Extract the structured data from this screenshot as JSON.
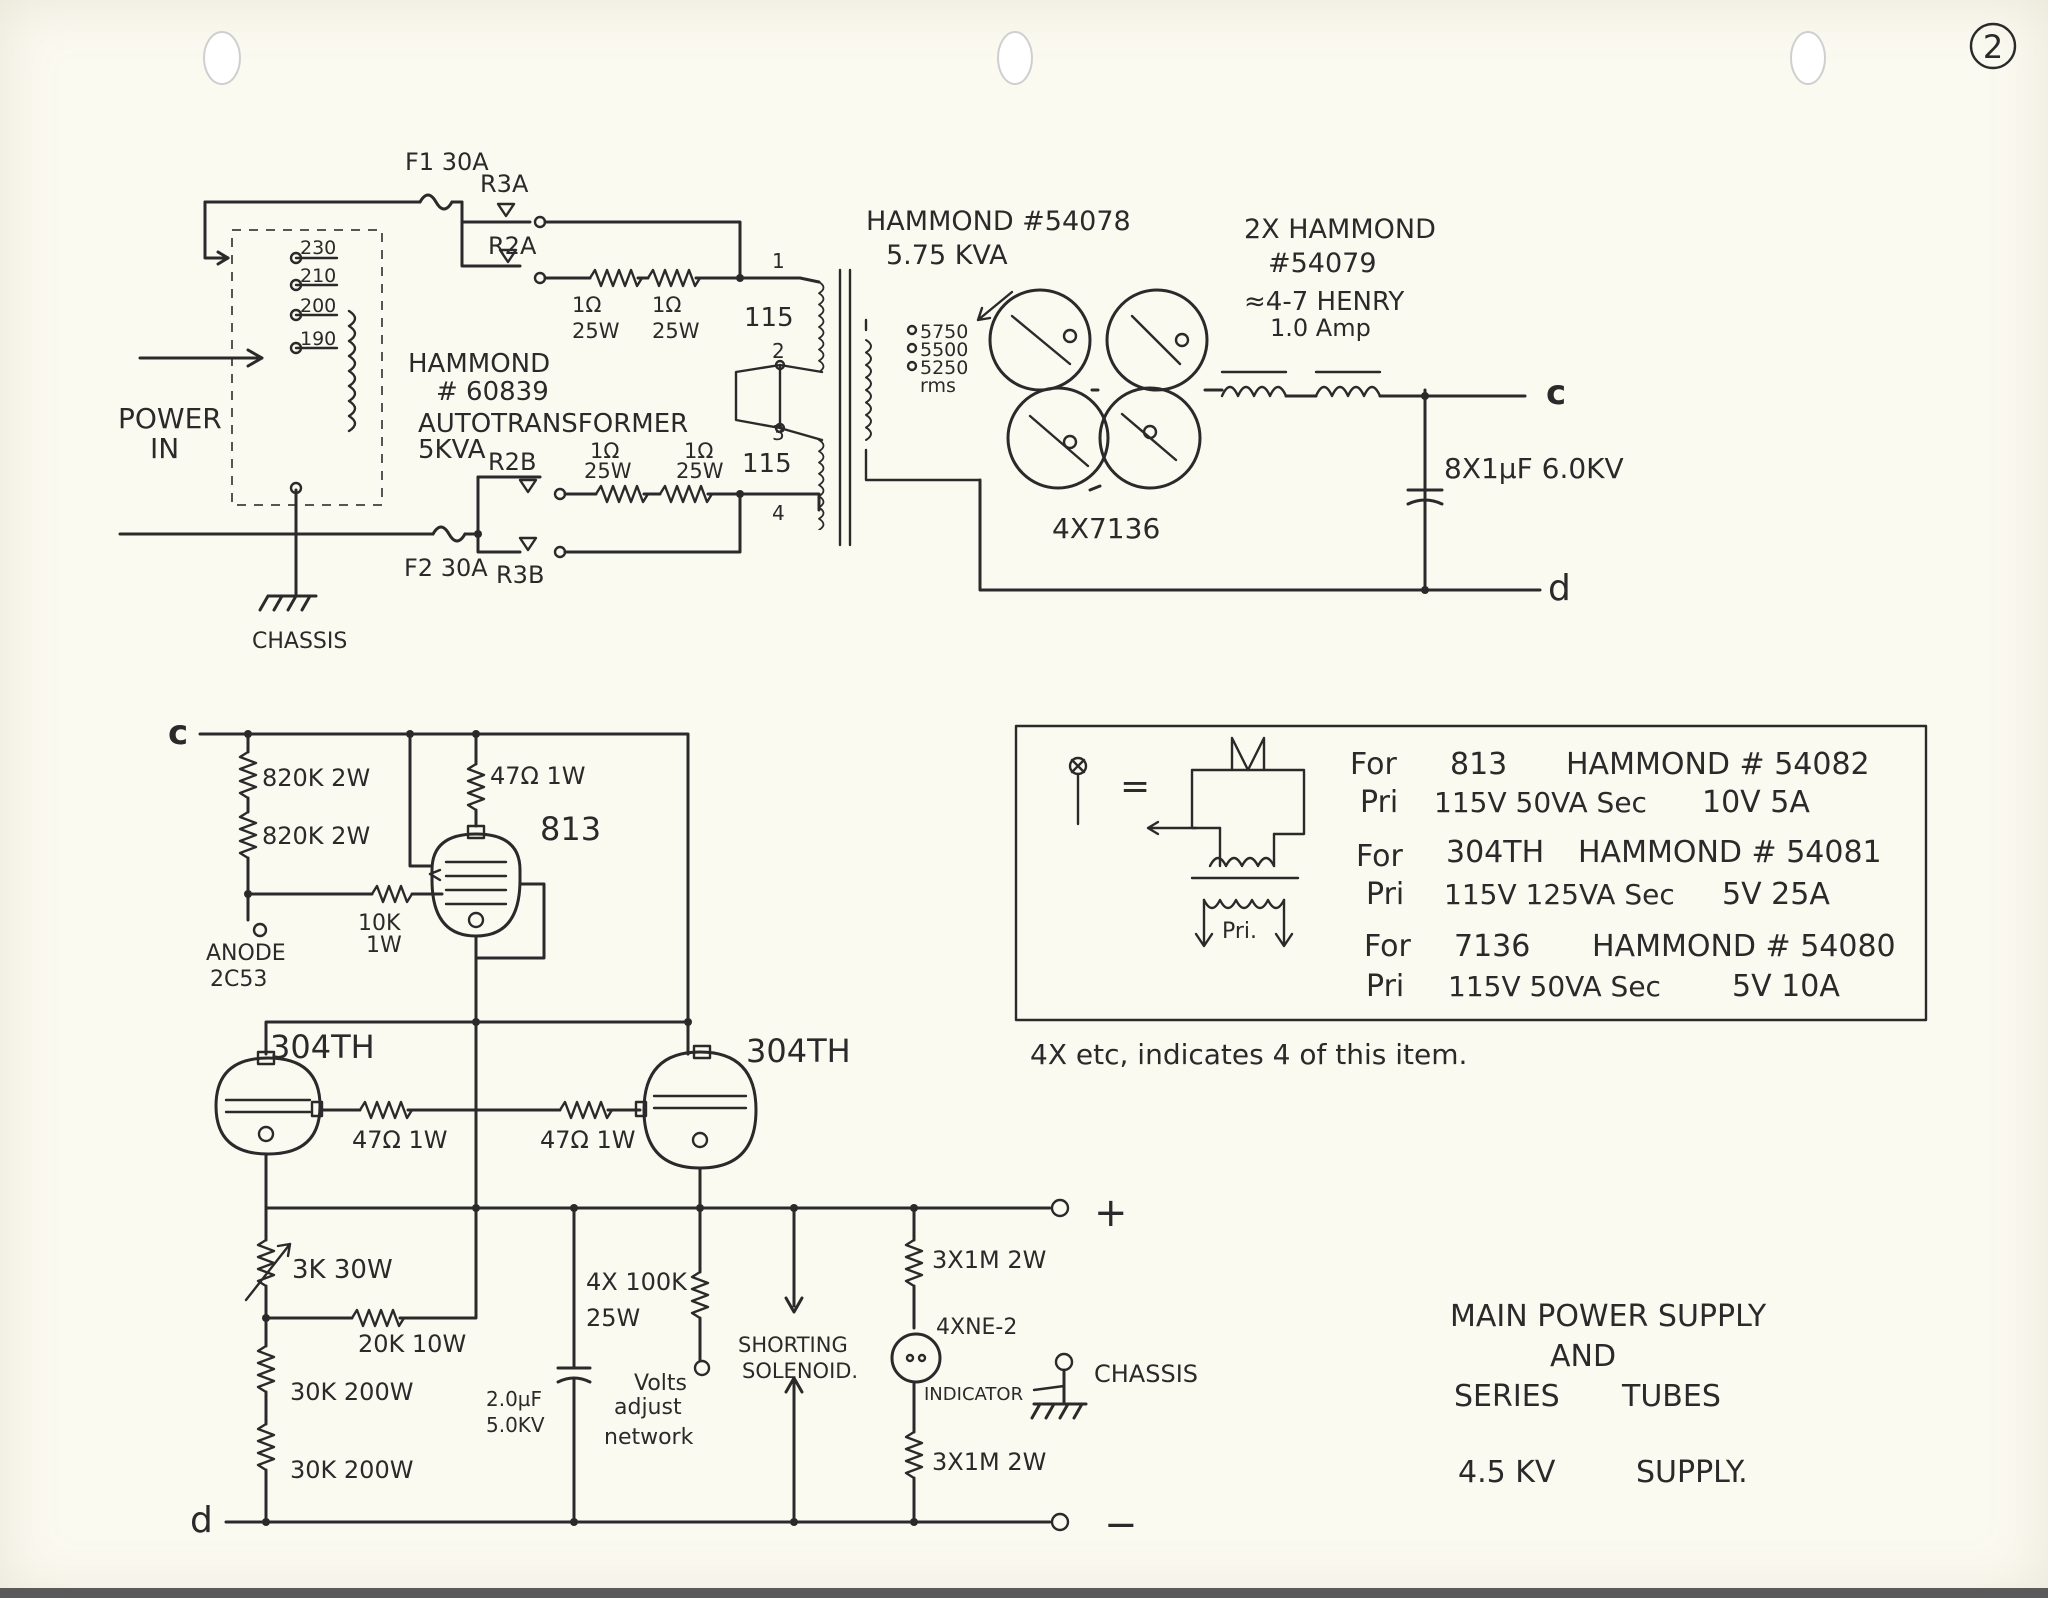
{
  "page_number": "2",
  "top": {
    "fuse1": "F1 30A",
    "fuse2": "F2 30A",
    "relay_r3a": "R3A",
    "relay_r2a": "R2A",
    "relay_r2b": "R2B",
    "relay_r3b": "R3B",
    "taps": [
      "230",
      "210",
      "200",
      "190"
    ],
    "power_in": [
      "POWER",
      "IN"
    ],
    "autotransformer": [
      "HAMMOND",
      "# 60839",
      "AUTOTRANSFORMER",
      "5KVA"
    ],
    "resistor_1ohm": "1Ω",
    "resistor_25w": "25W",
    "winding_115": "115",
    "winding_nums": [
      "1",
      "2",
      "3",
      "4"
    ],
    "chassis": "CHASSIS",
    "hv_transformer": [
      "HAMMOND #54078",
      "5.75 KVA"
    ],
    "secondary_taps": [
      "5750",
      "5500",
      "5250",
      "rms"
    ],
    "rectifiers": "4X7136",
    "choke": [
      "2X HAMMOND",
      "#54079",
      "≈4-7 HENRY",
      "1.0 Amp"
    ],
    "filter_cap": "8X1µF 6.0KV",
    "node_c": "c",
    "node_d": "d"
  },
  "bottom": {
    "node_c": "c",
    "node_d": "d",
    "r_820k": "820K 2W",
    "r_47_1w_top": "47Ω 1W",
    "tube_813": "813",
    "r_10k": [
      "10K",
      "1W"
    ],
    "anode": [
      "ANODE",
      "2C53"
    ],
    "tube_304th_left": "304TH",
    "tube_304th_right": "304TH",
    "r_47_1w": "47Ω 1W",
    "r_3k": "3K 30W",
    "r_20k": "20K 10W",
    "r_30k_a": "30K 200W",
    "r_30k_b": "30K 200W",
    "cap_2uf": [
      "2.0µF",
      "5.0KV"
    ],
    "r_4x100k": [
      "4X 100K",
      "25W"
    ],
    "volts_adjust": [
      "Volts",
      "adjust",
      "network"
    ],
    "shorting": [
      "SHORTING",
      "SOLENOID."
    ],
    "r_3x1m_top": "3X1M 2W",
    "r_3x1m_bot": "3X1M 2W",
    "ne2": "4XNE-2",
    "indicator": "INDICATOR",
    "chassis": "CHASSIS",
    "plus": "+",
    "minus": "−"
  },
  "legend": {
    "equals": "=",
    "pri": "Pri.",
    "rows": [
      {
        "a": "For",
        "b": "813",
        "c": "HAMMOND # 54082"
      },
      {
        "a": "Pri",
        "b": "115V 50VA Sec",
        "c": "10V 5A"
      },
      {
        "a": "For",
        "b": "304TH",
        "c": "HAMMOND # 54081"
      },
      {
        "a": "Pri",
        "b": "115V 125VA Sec",
        "c": "5V 25A"
      },
      {
        "a": "For",
        "b": "7136",
        "c": "HAMMOND # 54080"
      },
      {
        "a": "Pri",
        "b": "115V 50VA Sec",
        "c": "5V 10A"
      }
    ],
    "note": "4X etc, indicates 4 of this item."
  },
  "caption": {
    "line1": "MAIN POWER SUPPLY",
    "line2": "AND",
    "line3a": "SERIES",
    "line3b": "TUBES",
    "line4a": "4.5 KV",
    "line4b": "SUPPLY."
  }
}
